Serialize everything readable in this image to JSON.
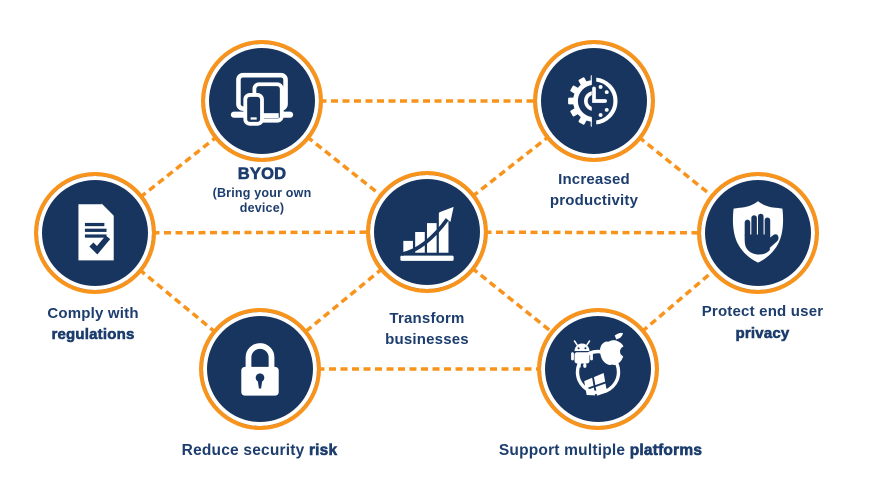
{
  "colors": {
    "navy": "#17355E",
    "orange": "#F8941C",
    "label_text": "#1C3D6D",
    "icon_color": "#FFFFFF",
    "background": "#FFFFFF"
  },
  "nodes": {
    "comply": {
      "line1": "Comply with",
      "line2": "regulations",
      "icon": "document-checkmark-icon"
    },
    "byod": {
      "line1": "BYOD",
      "subtitle": "(Bring your own device)",
      "icon": "laptop-tablet-phone-icon"
    },
    "productivity": {
      "line1": "Increased",
      "line2": "productivity",
      "icon": "gear-clock-icon"
    },
    "transform": {
      "line1": "Transform",
      "line2": "businesses",
      "icon": "growth-bar-chart-icon"
    },
    "protect": {
      "line1": "Protect end user",
      "line2": "privacy",
      "icon": "shield-hand-icon"
    },
    "reduce": {
      "line1": "Reduce security",
      "line2": "risk",
      "icon": "padlock-icon"
    },
    "support": {
      "line1": "Support multiple",
      "line2": "platforms",
      "icon": "android-apple-windows-icon"
    }
  },
  "edges": [
    [
      "byod",
      "productivity"
    ],
    [
      "comply",
      "byod"
    ],
    [
      "comply",
      "transform"
    ],
    [
      "comply",
      "reduce"
    ],
    [
      "byod",
      "transform"
    ],
    [
      "transform",
      "productivity"
    ],
    [
      "transform",
      "protect"
    ],
    [
      "transform",
      "reduce"
    ],
    [
      "transform",
      "support"
    ],
    [
      "productivity",
      "protect"
    ],
    [
      "reduce",
      "support"
    ],
    [
      "support",
      "protect"
    ]
  ],
  "line_style": {
    "dash_length": 7,
    "gap_length": 4.5,
    "thickness": 3.5
  }
}
